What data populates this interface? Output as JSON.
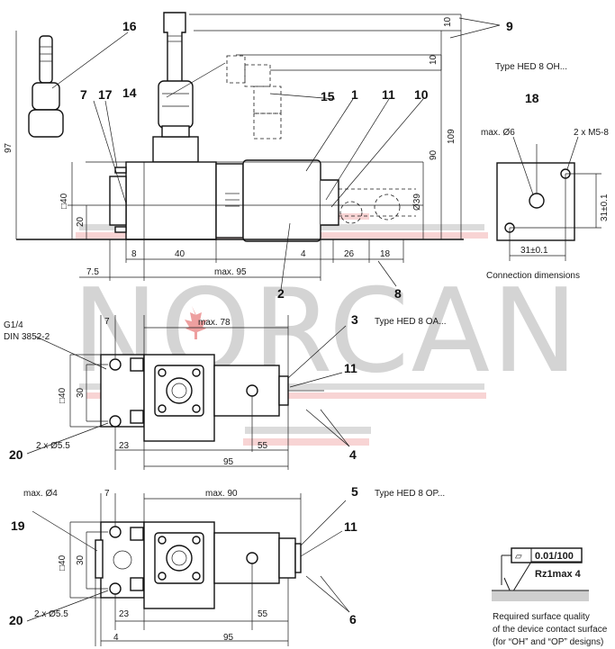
{
  "watermark": {
    "text": "NORCAN"
  },
  "callouts": {
    "c1": "1",
    "c2": "2",
    "c3": "3",
    "c4": "4",
    "c5": "5",
    "c6": "6",
    "c7": "7",
    "c8": "8",
    "c9": "9",
    "c10": "10",
    "c11": "11",
    "c14": "14",
    "c15": "15",
    "c16": "16",
    "c17": "17",
    "c18": "18",
    "c19": "19",
    "c20": "20"
  },
  "top_view": {
    "type_label": "Type HED 8 OH...",
    "dims": {
      "d10a": "10",
      "d10b": "10",
      "d97": "97",
      "d109": "109",
      "d90": "90",
      "d40sq": "□40",
      "d20": "20",
      "d39": "Ø39",
      "d8": "8",
      "d40": "40",
      "d4": "4",
      "d26": "26",
      "d18": "18",
      "d7_5": "7.5",
      "dmax95": "max. 95"
    }
  },
  "connection": {
    "max_d6": "max. Ø6",
    "m5": "2 x M5-8",
    "v31": "31±0.1",
    "h31": "31±0.1",
    "caption": "Connection dimensions"
  },
  "oa_view": {
    "type_label": "Type HED 8 OA...",
    "g14": "G1/4",
    "din": "DIN 3852-2",
    "dims": {
      "d7": "7",
      "dmax78": "max. 78",
      "d40sq": "□40",
      "d30": "30",
      "holes": "2 x Ø5.5",
      "d23": "23",
      "d55": "55",
      "d95": "95"
    }
  },
  "op_view": {
    "type_label": "Type HED 8 OP...",
    "dims": {
      "maxd4": "max. Ø4",
      "d7": "7",
      "dmax90": "max. 90",
      "d40sq": "□40",
      "d30": "30",
      "holes": "2 x Ø5.5",
      "d23": "23",
      "d55": "55",
      "d4": "4",
      "d95": "95"
    }
  },
  "surface": {
    "flatness_symbol": "▱",
    "flatness": "0.01/100",
    "roughness": "Rz1max 4",
    "note_line1": "Required surface quality",
    "note_line2": "of the device contact surface",
    "note_line3": "(for “OH” and “OP” designs)"
  }
}
